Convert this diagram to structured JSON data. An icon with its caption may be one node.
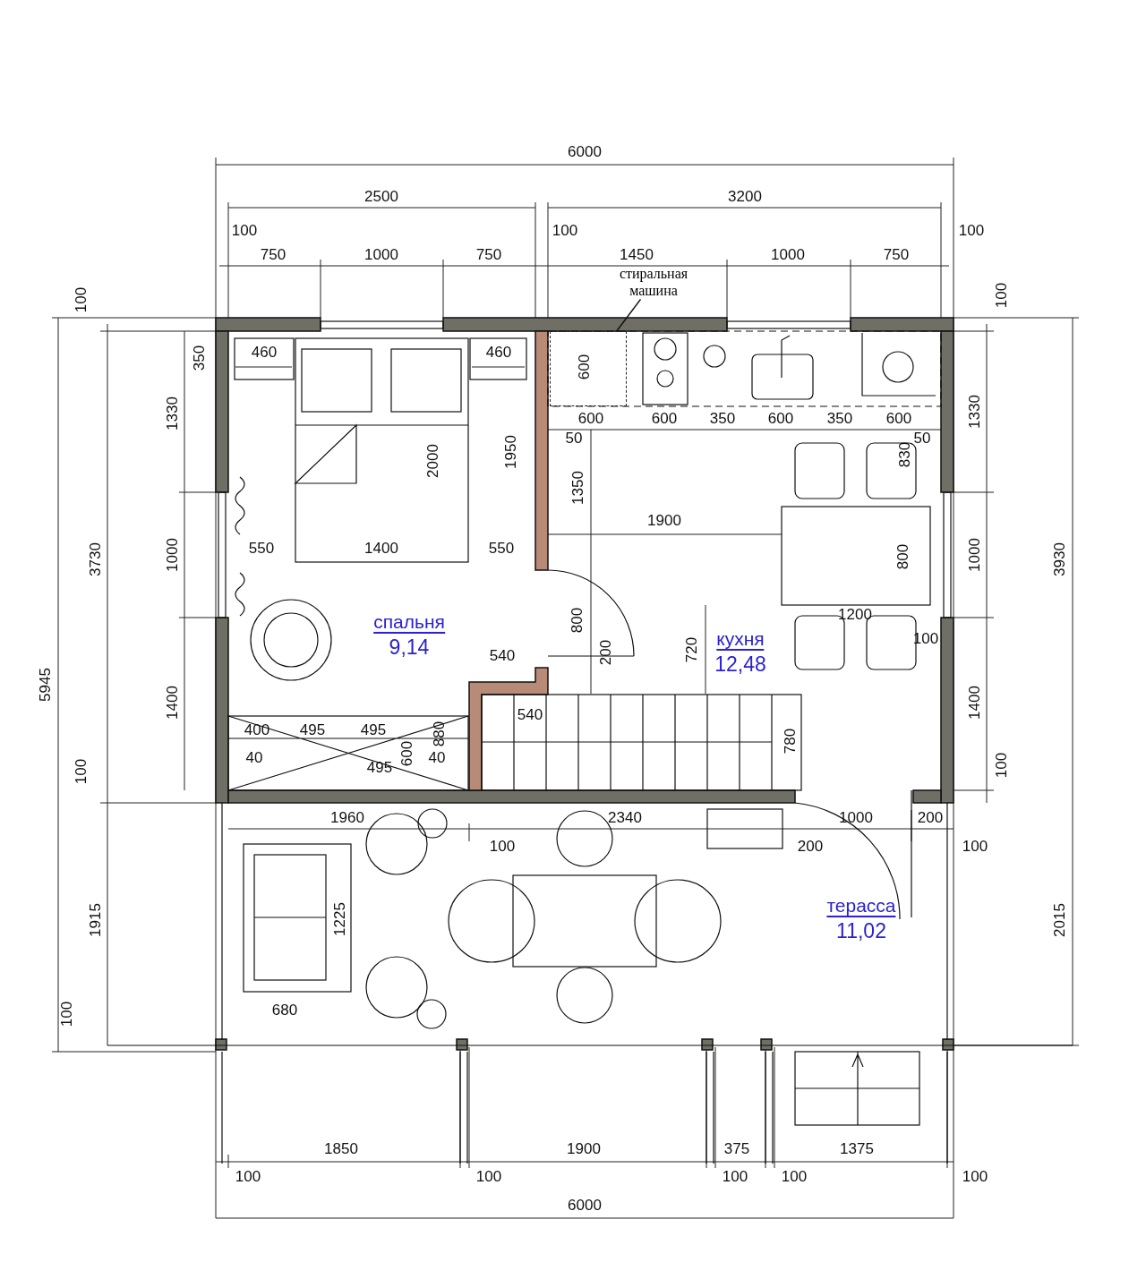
{
  "diagram": {
    "nodes": [
      {
        "text": [
          "спальня",
          "9,14"
        ]
      },
      {
        "text": [
          "кухня",
          "12,48"
        ]
      },
      {
        "text": [
          "терасса",
          "11,02"
        ]
      },
      {
        "text": [
          "стиральная машина"
        ]
      },
      {
        "text": [],
        "shape": "box",
        "in": 1
      }
    ],
    "edges": [
      {
        "from": 3,
        "to": 4,
        "arrow": "none"
      }
    ],
    "labels": [
      "6000",
      "2500",
      "3200",
      "100",
      "100",
      "100",
      "750",
      "1000",
      "750",
      "1450",
      "1000",
      "750",
      "100",
      "100",
      "350",
      "460",
      "460",
      "600",
      "1330",
      "600",
      "600",
      "350",
      "600",
      "350",
      "600",
      "1330",
      "50",
      "50",
      "2000",
      "1950",
      "830",
      "1350",
      "1900",
      "3730",
      "1000",
      "550",
      "1400",
      "550",
      "800",
      "1000",
      "3930",
      "1200",
      "800",
      "100",
      "200",
      "720",
      "540",
      "5945",
      "1400",
      "1400",
      "540",
      "400",
      "495",
      "495",
      "880",
      "780",
      "40",
      "600",
      "40",
      "495",
      "100",
      "100",
      "1960",
      "2340",
      "1000",
      "200",
      "100",
      "200",
      "100",
      "1915",
      "1225",
      "2015",
      "680",
      "100",
      "1850",
      "1900",
      "375",
      "1375",
      "100",
      "100",
      "100",
      "100",
      "100",
      "6000"
    ]
  }
}
